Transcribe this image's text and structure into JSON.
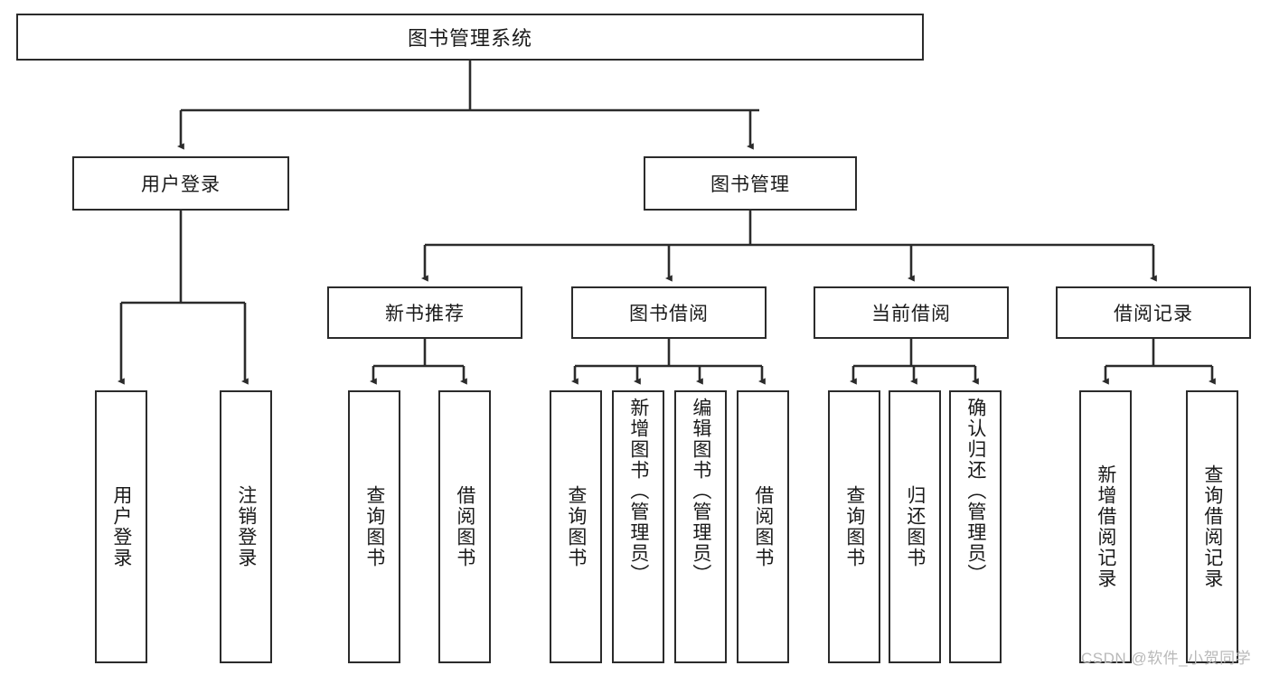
{
  "diagram": {
    "title": "图书管理系统",
    "type": "tree-hierarchy",
    "watermark": "CSDN @软件_小贺同学",
    "colors": {
      "border": "#2b2b2b",
      "background": "#ffffff",
      "text": "#1a1a1a",
      "watermark": "#b9b9b9"
    }
  },
  "root": {
    "label": "图书管理系统"
  },
  "level2": [
    {
      "label": "用户登录"
    },
    {
      "label": "图书管理"
    }
  ],
  "level3": [
    {
      "label": "新书推荐"
    },
    {
      "label": "图书借阅"
    },
    {
      "label": "当前借阅"
    },
    {
      "label": "借阅记录"
    }
  ],
  "leaves": {
    "user_login": [
      {
        "label": "用户登录"
      },
      {
        "label": "注销登录"
      }
    ],
    "new_book": [
      {
        "label": "查询图书"
      },
      {
        "label": "借阅图书"
      }
    ],
    "book_borrow": [
      {
        "label": "查询图书"
      },
      {
        "label": "新增图书（管理员）"
      },
      {
        "label": "编辑图书（管理员）"
      },
      {
        "label": "借阅图书"
      }
    ],
    "current_borrow": [
      {
        "label": "查询图书"
      },
      {
        "label": "归还图书"
      },
      {
        "label": "确认归还（管理员）"
      }
    ],
    "borrow_record": [
      {
        "label": "新增借阅记录"
      },
      {
        "label": "查询借阅记录"
      }
    ]
  }
}
